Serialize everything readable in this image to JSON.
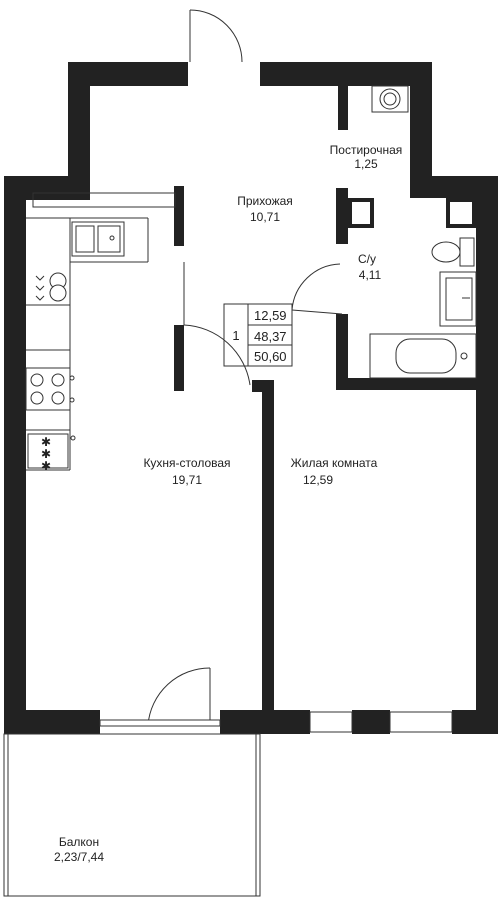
{
  "rooms": {
    "hallway": {
      "name": "Прихожая",
      "area": "10,71"
    },
    "storage": {
      "name": "Постирочная",
      "area": "1,25"
    },
    "bathroom": {
      "name": "С/у",
      "area": "4,11"
    },
    "kitchen": {
      "name": "Кухня-столовая",
      "area": "19,71"
    },
    "living": {
      "name": "Жилая комната",
      "area": "12,59"
    },
    "balcony": {
      "name": "Балкон",
      "area": "2,23/7,44"
    }
  },
  "summary": {
    "rooms_count": "1",
    "living_area": "12,59",
    "total_area": "48,37",
    "total_with_balcony": "50,60"
  },
  "colors": {
    "wall": "#222222",
    "background": "#ffffff",
    "line": "#333333"
  }
}
